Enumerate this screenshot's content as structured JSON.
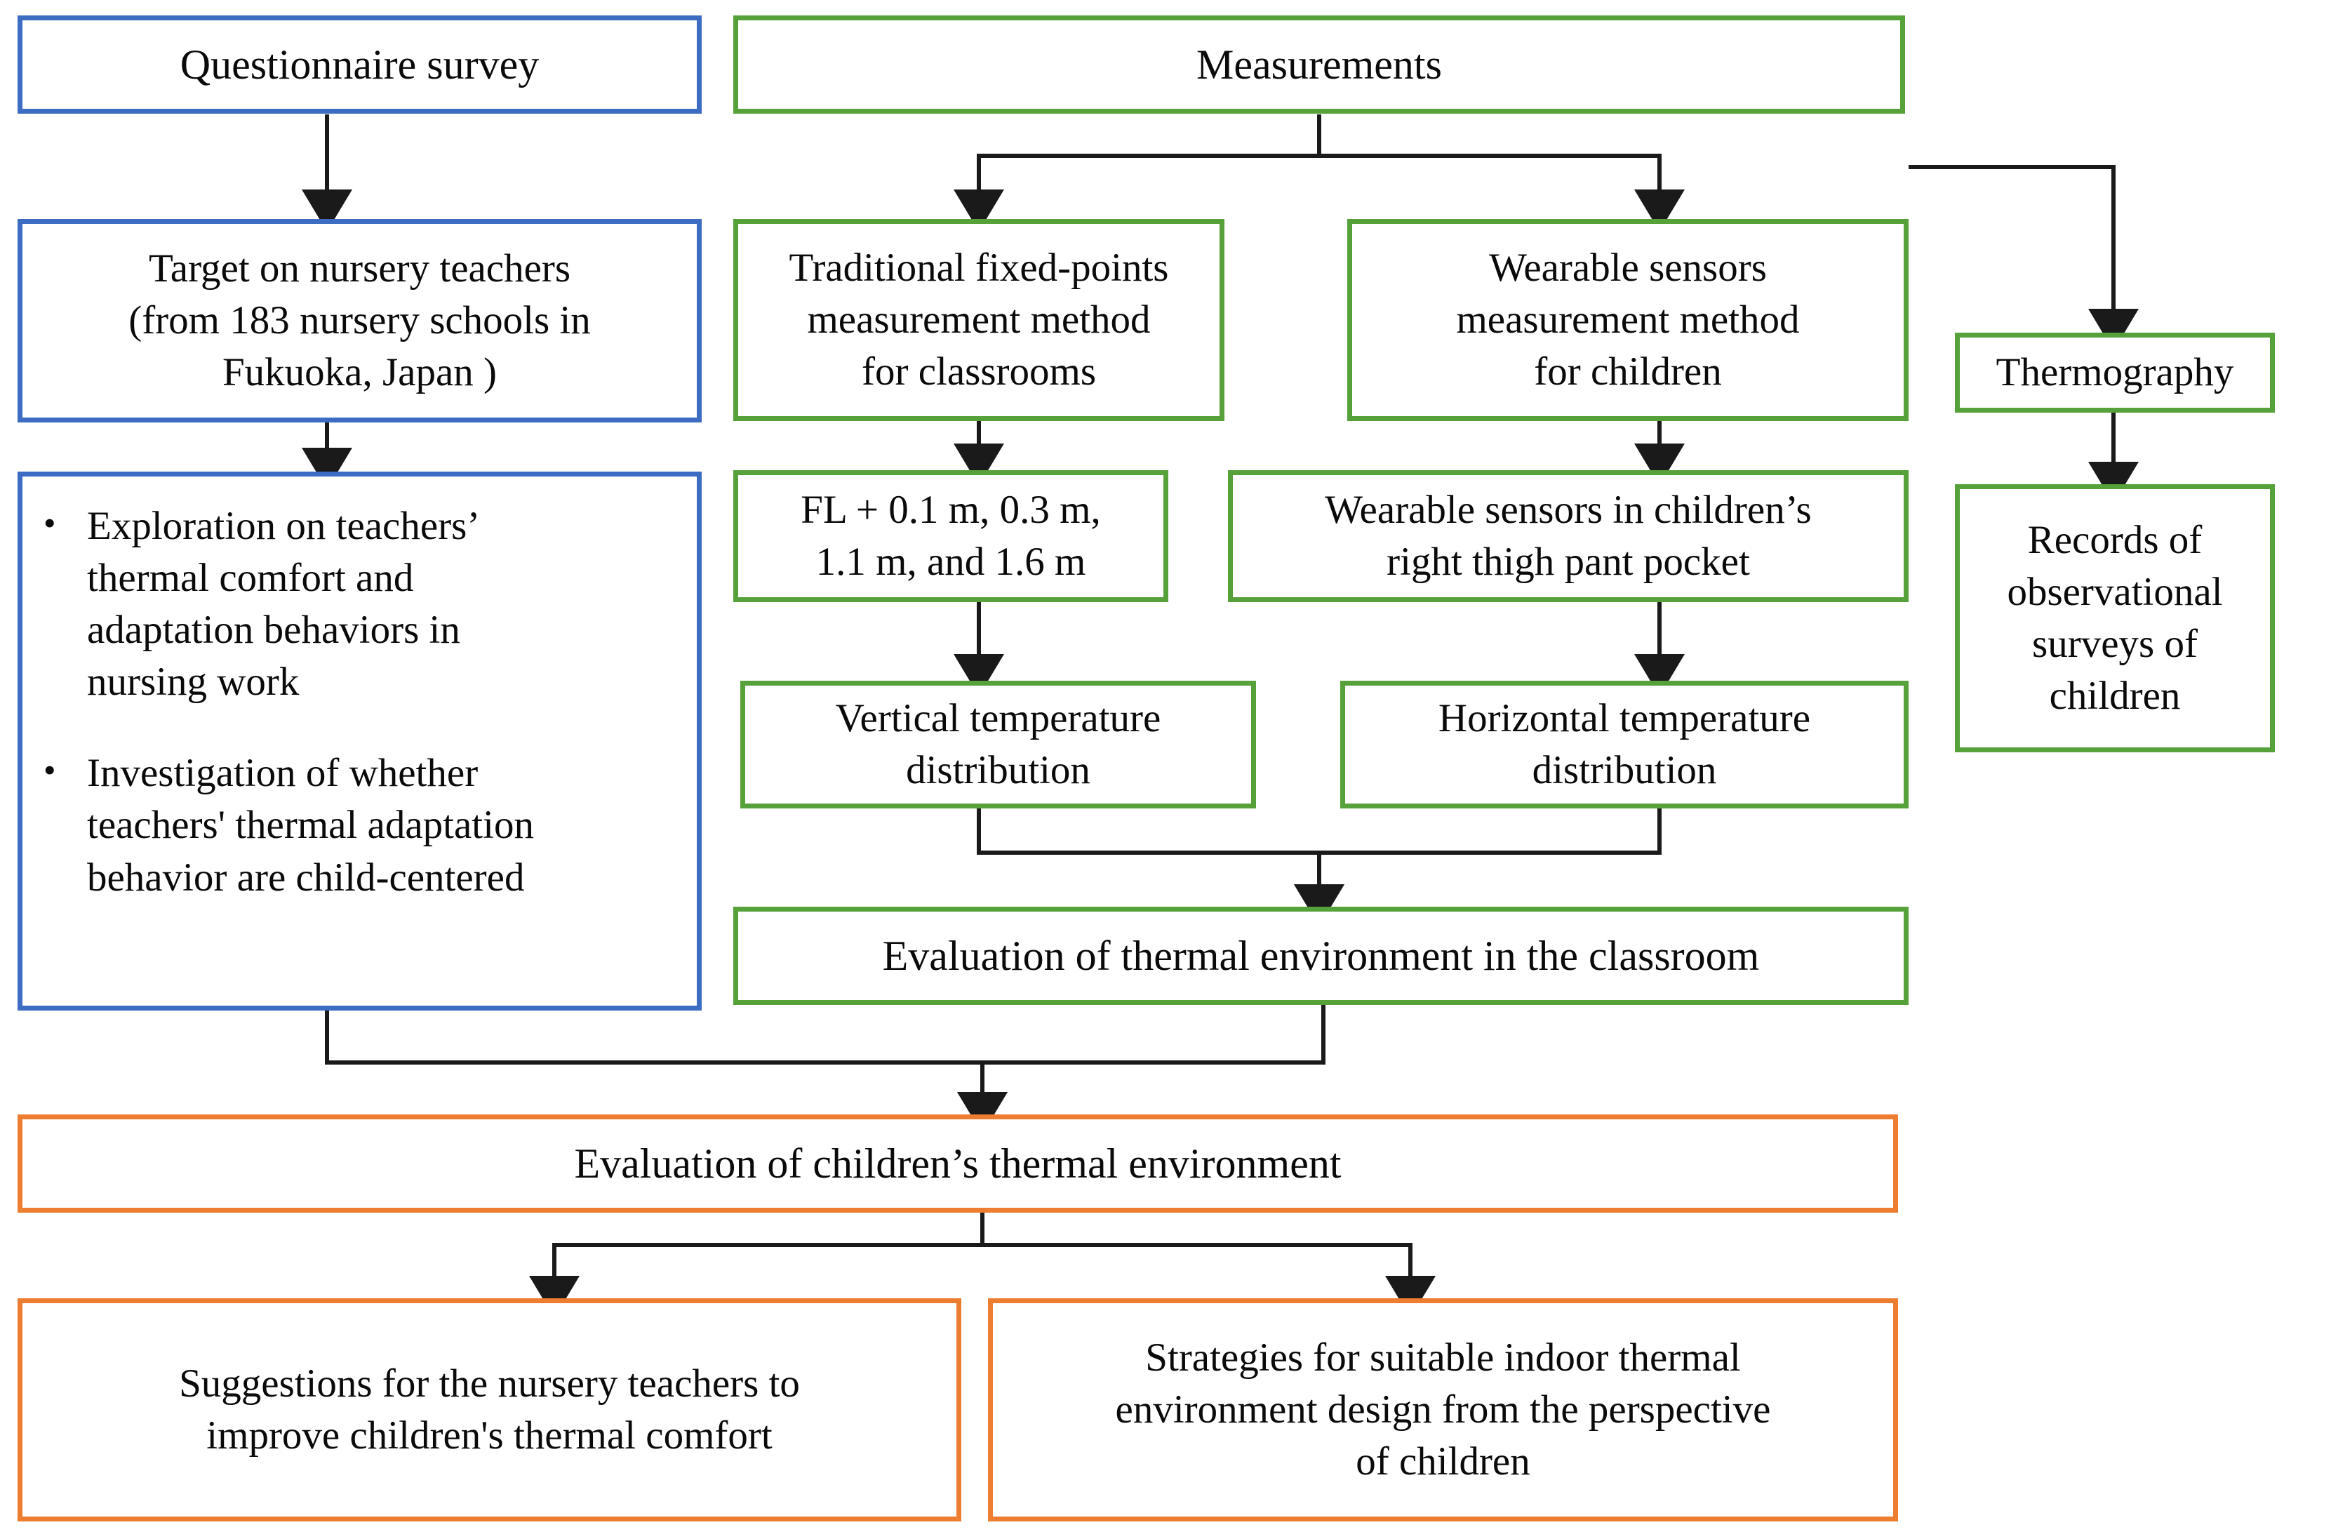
{
  "diagram": {
    "title": "Research framework flowchart",
    "colors": {
      "questionnaire_branch": "#3C6DC2",
      "measurement_branch": "#56A13A",
      "outcome_branch": "#ED7D31",
      "connector": "#1a1a1a",
      "background": "#FFFFFF",
      "text": "#0A0A0A"
    }
  },
  "nodes": {
    "questionnaire_survey": "Questionnaire survey",
    "target_teachers": "Target on nursery teachers\n(from 183 nursery schools in\nFukuoka, Japan )",
    "measurements": "Measurements",
    "traditional_fixed_points": "Traditional fixed-points\nmeasurement method\nfor classrooms",
    "wearable_method": "Wearable sensors\nmeasurement method\nfor children",
    "thermography": "Thermography",
    "fl_heights": "FL + 0.1 m, 0.3 m,\n1.1 m, and 1.6 m",
    "sensors_pocket": "Wearable sensors in children’s\nright thigh pant pocket",
    "records_observational": "Records of\nobservational\nsurveys of\nchildren",
    "vertical_distribution": "Vertical temperature\ndistribution",
    "horizontal_distribution": "Horizontal temperature\ndistribution",
    "eval_classroom": "Evaluation of thermal environment in the classroom",
    "eval_children": "Evaluation of children’s thermal environment",
    "suggestions_teachers": "Suggestions for the nursery teachers to\nimprove children's thermal comfort",
    "strategies_design": "Strategies for suitable indoor thermal\nenvironment design from the perspective\nof children"
  },
  "bullets": {
    "marker": "•",
    "items": [
      "Exploration on teachers’\nthermal comfort and\nadaptation behaviors in\nnursing work",
      "Investigation of whether\nteachers' thermal adaptation\nbehavior are child-centered"
    ]
  }
}
